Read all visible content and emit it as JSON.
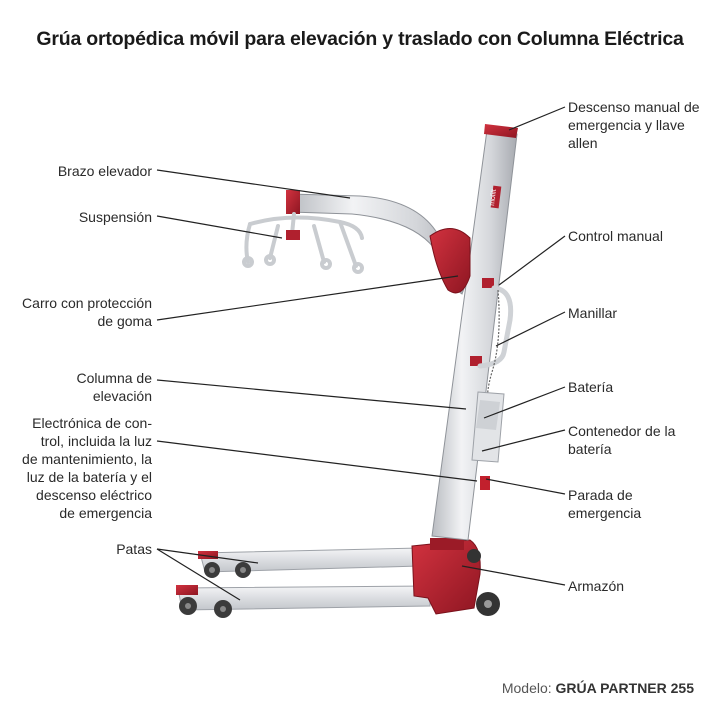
{
  "title": "Grúa ortopédica móvil para elevación y traslado con Columna Eléctrica",
  "labels": {
    "brazo": "Brazo elevador",
    "suspension": "Suspensión",
    "carro": "Carro con protección\nde goma",
    "columna": "Columna de\nelevación",
    "electronica": "Electrónica de con-\ntrol, incluida la luz\nde mantenimiento, la\nluz de la batería y el\ndescenso eléctrico\nde emergencia",
    "patas": "Patas",
    "descenso": "Descenso manual de\nemergencia y llave\nallen",
    "control": "Control manual",
    "manillar": "Manillar",
    "bateria": "Batería",
    "contenedor": "Contenedor de la\nbatería",
    "parada": "Parada de\nemergencia",
    "armazon": "Armazón"
  },
  "brand_text": "molift",
  "model": {
    "prefix": "Modelo:",
    "name": "GRÚA PARTNER 255"
  },
  "colors": {
    "accent_red": "#b0202e",
    "frame_gray": "#d9dadd",
    "leader_line": "#222222"
  }
}
